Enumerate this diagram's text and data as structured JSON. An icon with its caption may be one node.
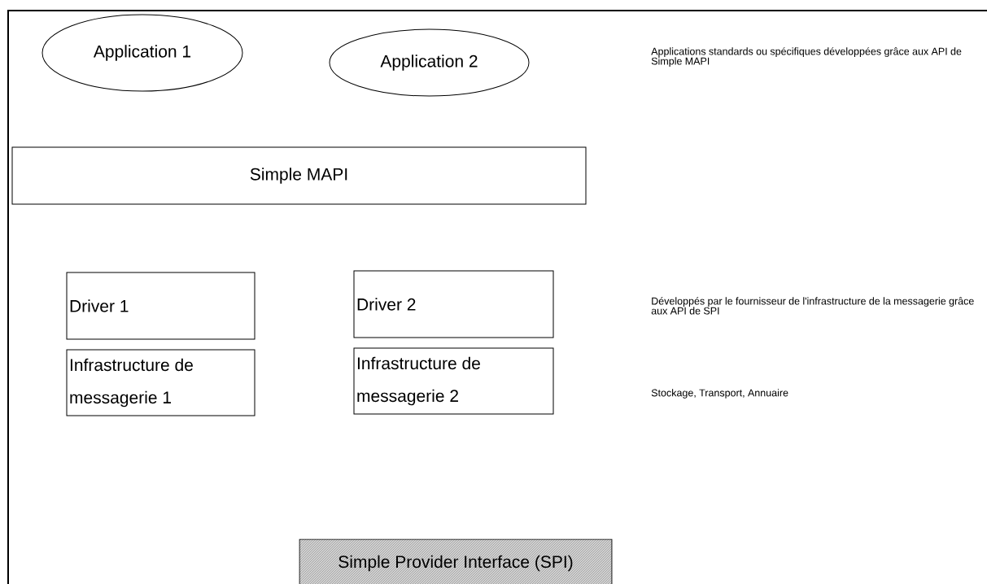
{
  "diagram": {
    "nodes": [
      {
        "text": [
          "Application 1"
        ]
      },
      {
        "text": [
          "Application 2"
        ]
      },
      {
        "text": [
          "Simple MAPI"
        ]
      },
      {
        "text": [
          "Driver 1"
        ]
      },
      {
        "text": [
          "Driver 2"
        ]
      },
      {
        "text": [
          "Infrastructure de messagerie 1"
        ]
      },
      {
        "text": [
          "Infrastructure de messagerie 2"
        ]
      },
      {
        "text": [
          "Simple Provider Interface (SPI)"
        ]
      }
    ],
    "labels": [
      "Applications standards ou spécifiques développées grâce aux API de Simple MAPI",
      "Développés par le fournisseur de l'infrastructure de la messagerie grâce aux API de SPI",
      "Stockage, Transport, Annuaire"
    ]
  }
}
